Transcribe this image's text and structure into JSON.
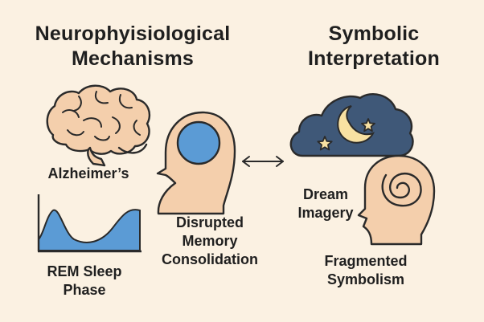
{
  "left_section": {
    "title_line1": "Neurophyisiological",
    "title_line2": "Mechanisms",
    "brain_label": "Alzheimer’s",
    "chart_label_line1": "REM Sleep",
    "chart_label_line2": "Phase",
    "head_label_line1": "Disrupted",
    "head_label_line2": "Memory",
    "head_label_line3": "Consolidation"
  },
  "right_section": {
    "title_line1": "Symbolic",
    "title_line2": "Interpretation",
    "dream_label_line1": "Dream",
    "dream_label_line2": "Imagery",
    "symbol_label_line1": "Fragmented",
    "symbol_label_line2": "Symbolism"
  },
  "icons": [
    "brain-icon",
    "rem-wave-chart",
    "head-profile-icon",
    "double-arrow-icon",
    "night-cloud-icon",
    "moon-icon",
    "star-icon",
    "spiral-head-icon"
  ],
  "colors": {
    "background": "#fbf1e2",
    "skin": "#f4cfac",
    "blue": "#5b9bd5",
    "navy": "#3f5878",
    "star_yellow": "#f8e1a2",
    "outline": "#2a2a2a"
  }
}
